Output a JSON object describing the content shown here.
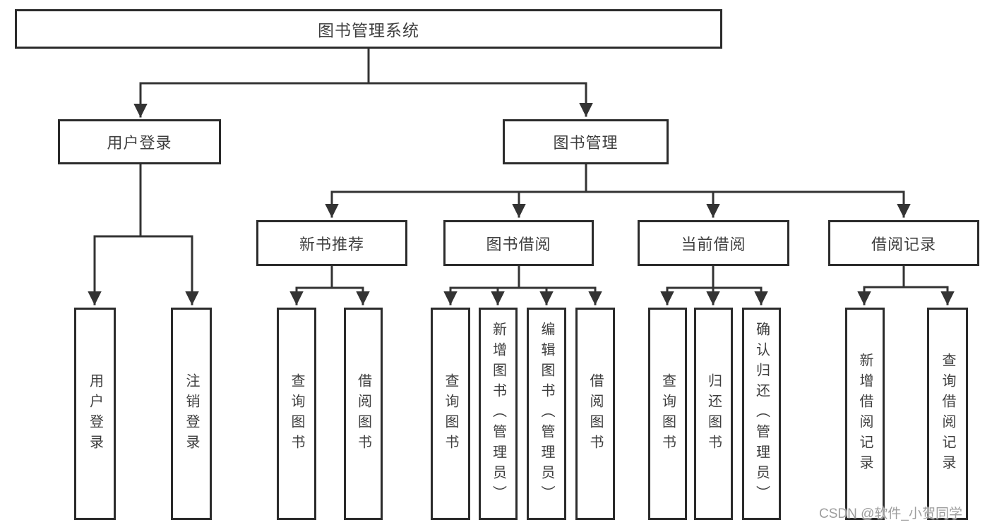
{
  "diagram": {
    "root": {
      "label": "图书管理系统"
    },
    "level2": [
      {
        "label": "用户登录"
      },
      {
        "label": "图书管理"
      }
    ],
    "level3": [
      {
        "label": "新书推荐",
        "parent": "图书管理"
      },
      {
        "label": "图书借阅",
        "parent": "图书管理"
      },
      {
        "label": "当前借阅",
        "parent": "图书管理"
      },
      {
        "label": "借阅记录",
        "parent": "图书管理"
      }
    ],
    "leaves": [
      {
        "label": "用户登录",
        "parent": "用户登录"
      },
      {
        "label": "注销登录",
        "parent": "用户登录"
      },
      {
        "label": "查询图书",
        "parent": "新书推荐"
      },
      {
        "label": "借阅图书",
        "parent": "新书推荐"
      },
      {
        "label": "查询图书",
        "parent": "图书借阅"
      },
      {
        "label": "新增图书（管理员）",
        "parent": "图书借阅"
      },
      {
        "label": "编辑图书（管理员）",
        "parent": "图书借阅"
      },
      {
        "label": "借阅图书",
        "parent": "图书借阅"
      },
      {
        "label": "查询图书",
        "parent": "当前借阅"
      },
      {
        "label": "归还图书",
        "parent": "当前借阅"
      },
      {
        "label": "确认归还（管理员）",
        "parent": "当前借阅"
      },
      {
        "label": "新增借阅记录",
        "parent": "借阅记录"
      },
      {
        "label": "查询借阅记录",
        "parent": "借阅记录"
      }
    ]
  },
  "watermark": {
    "text": "CSDN @软件_小贺同学"
  },
  "colors": {
    "line": "#333333",
    "box_border": "#2b2b2b",
    "text": "#3f3f3f",
    "watermark": "#9e9e9e",
    "background": "#ffffff"
  }
}
